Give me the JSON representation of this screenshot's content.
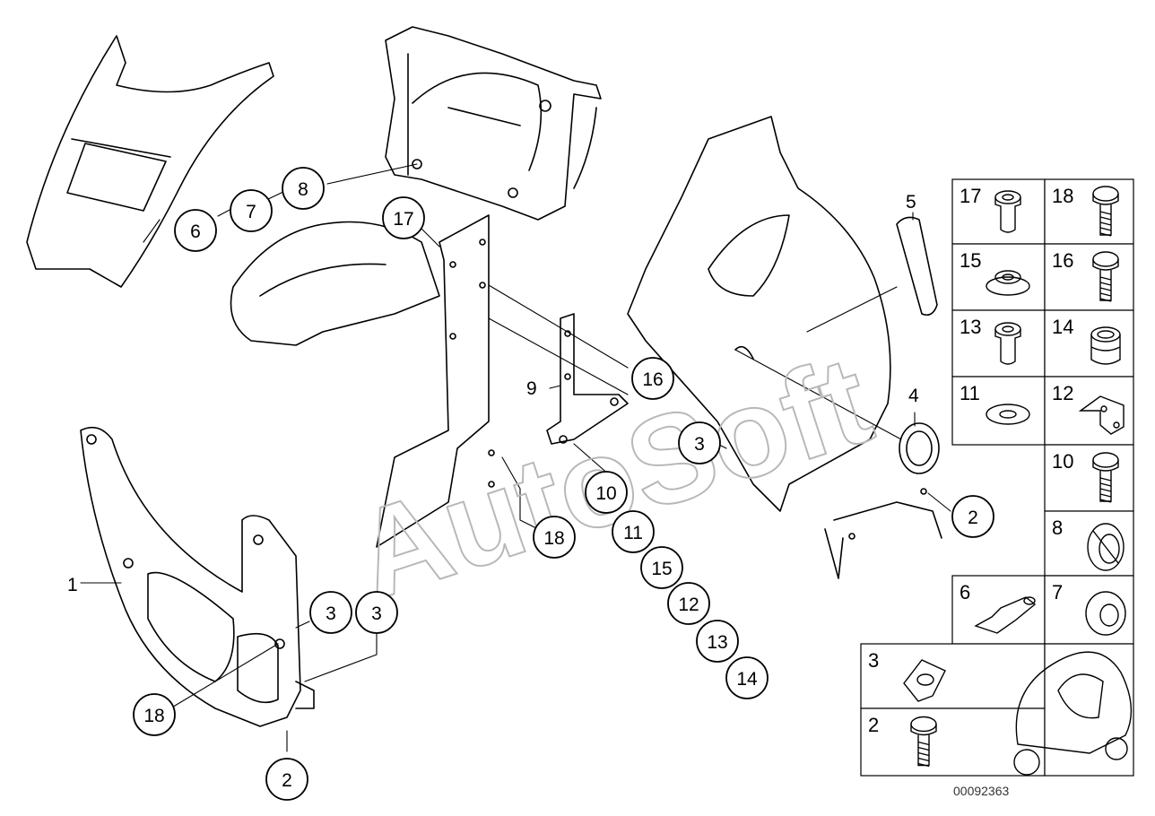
{
  "watermark": "AutoSoft",
  "reference_number": "00092363",
  "callouts": [
    "6",
    "7",
    "8",
    "17",
    "16",
    "10",
    "11",
    "15",
    "12",
    "13",
    "14",
    "18",
    "3",
    "2",
    "3",
    "3",
    "18",
    "2"
  ],
  "side_labels": [
    "1",
    "9",
    "4",
    "5"
  ],
  "legend": {
    "r1": [
      "17",
      "18"
    ],
    "r2": [
      "15",
      "16"
    ],
    "r3": [
      "13",
      "14"
    ],
    "r4": [
      "11",
      "12"
    ],
    "r5": "10",
    "r6": "8",
    "r7": [
      "6",
      "7"
    ],
    "r8": "3",
    "r9": "2"
  }
}
